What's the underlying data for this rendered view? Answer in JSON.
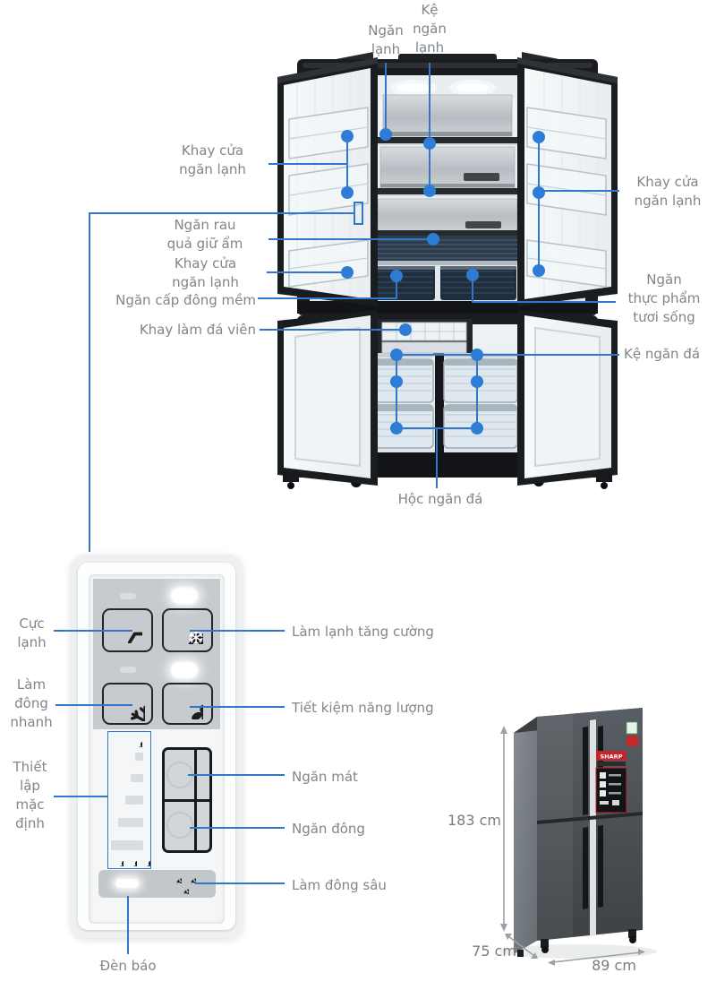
{
  "colors": {
    "annotation_blue": "#3178cd",
    "dot_blue": "#2d7dd6",
    "label_gray": "#7f868c",
    "brand_red": "#c0272d"
  },
  "diagram": {
    "labels": {
      "ngan_lanh": "Ngăn\nlạnh",
      "ke_ngan_lanh": "Kệ\nngăn\nlạnh",
      "khay_cua_ngan_lanh_top_left": "Khay cửa\nngăn lạnh",
      "ngan_rau_qua_giu_am": "Ngăn rau\nquả giữ ẩm",
      "khay_cua_ngan_lanh_bottom_left": "Khay cửa\nngăn lạnh",
      "ngan_cap_dong_mem": "Ngăn cấp đông mềm",
      "khay_lam_da_vien": "Khay làm đá viên",
      "khay_cua_ngan_lanh_right": "Khay cửa\nngăn lạnh",
      "ngan_thuc_pham_tuoi_song": "Ngăn\nthực phẩm\ntươi sống",
      "ke_ngan_da": "Kệ ngăn đá",
      "hoc_ngan_da": "Hộc ngăn đá"
    }
  },
  "control_panel": {
    "labels": {
      "cuc_lanh": "Cực\nlạnh",
      "lam_dong_nhanh": "Làm\nđông\nnhanh",
      "thiet_lap_mac_dinh": "Thiết\nlập\nmặc\nđịnh",
      "den_bao": "Đèn báo",
      "lam_lanh_tang_cuong": "Làm lạnh tăng cường",
      "tiet_kiem_nang_luong": "Tiết kiệm năng lượng",
      "ngan_mat": "Ngăn mát",
      "ngan_dong": "Ngăn đông",
      "lam_dong_sau": "Làm đông sâu"
    },
    "icons": {
      "express_cool": "hexagon-icon",
      "intensive_cool": "hexagon-snowflake-icon",
      "quick_freeze": "snowflake-icon",
      "energy_save": "leaf-icon",
      "default_setting": "fan-icons",
      "deep_freeze": "snowflakes-icon",
      "indicator": "led-light"
    }
  },
  "dimensions": {
    "height": "183 cm",
    "depth": "75 cm",
    "width": "89 cm"
  },
  "brand": "SHARP"
}
